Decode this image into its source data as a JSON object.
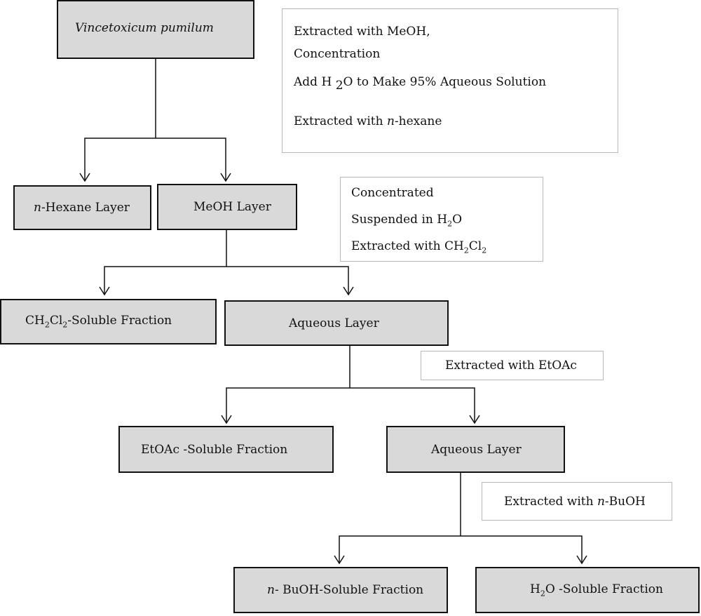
{
  "nodes": {
    "plant": {
      "text": "Vincetoxicum pumilum"
    },
    "hexane_layer": {
      "italic": "n",
      "rest": "-Hexane Layer"
    },
    "meoh_layer": {
      "text": "MeOH Layer"
    },
    "ch2cl2_fraction": {
      "ch": "CH",
      "sub1": "2",
      "cl": "Cl",
      "sub2": "2",
      "rest": "-Soluble Fraction"
    },
    "aqueous_layer_1": {
      "text": "Aqueous Layer"
    },
    "etoac_fraction": {
      "text": "EtOAc -Soluble Fraction"
    },
    "aqueous_layer_2": {
      "text": "Aqueous Layer"
    },
    "buoh_fraction": {
      "italic": "n",
      "rest": "- BuOH-Soluble Fraction"
    },
    "water_fraction": {
      "h": "H",
      "sub": "2",
      "rest": "O -Soluble Fraction"
    }
  },
  "notes": {
    "step1": {
      "line1": "Extracted with MeOH,",
      "line2": "Concentration",
      "line3_a": "Add H ",
      "line3_sub": "2",
      "line3_b": "O to Make 95% Aqueous Solution",
      "line4_a": "Extracted with ",
      "line4_italic": "n",
      "line4_b": "-hexane"
    },
    "step2": {
      "line1": "Concentrated",
      "line2_a": "Suspended in H",
      "line2_sub": "2",
      "line2_b": "O",
      "line3_a": "Extracted with CH",
      "line3_sub1": "2",
      "line3_cl": "Cl",
      "line3_sub2": "2"
    },
    "step3": {
      "text": "Extracted with EtOAc"
    },
    "step4": {
      "text_a": "Extracted with ",
      "italic": "n",
      "text_b": "-BuOH"
    }
  }
}
